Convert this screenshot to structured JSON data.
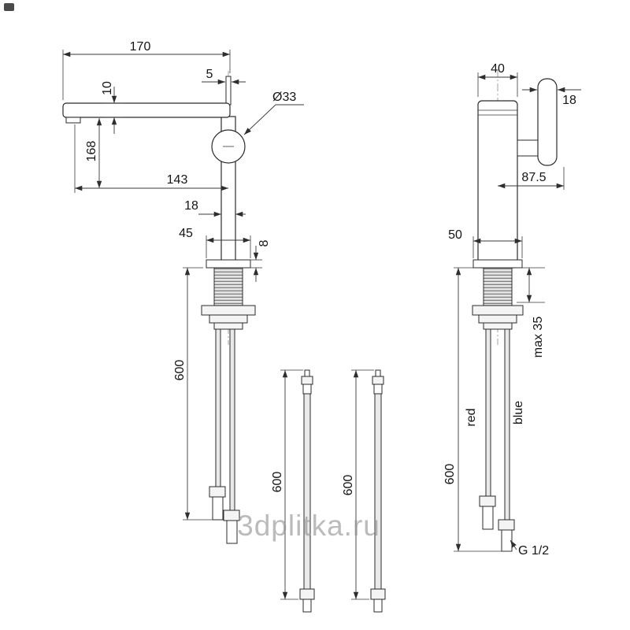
{
  "watermark": {
    "text": "3dplitka.ru"
  },
  "side_view": {
    "spout_reach": "170",
    "spout_thickness": "10",
    "pin_width": "5",
    "joint_diameter": "Ø33",
    "height": "168",
    "axis_to_outlet": "143",
    "body_width": "18",
    "base_width": "45",
    "flange_thickness": "8",
    "hose_length": "600"
  },
  "hoses": {
    "hose1_length": "600",
    "hose2_length": "600"
  },
  "front_view": {
    "body_diameter": "40",
    "handle_diameter": "18",
    "handle_reach": "87.5",
    "base_width": "50",
    "max_mount_thickness": "max 35",
    "hose_length": "600",
    "hot_hose": "red",
    "cold_hose": "blue",
    "thread_size": "G 1/2"
  }
}
